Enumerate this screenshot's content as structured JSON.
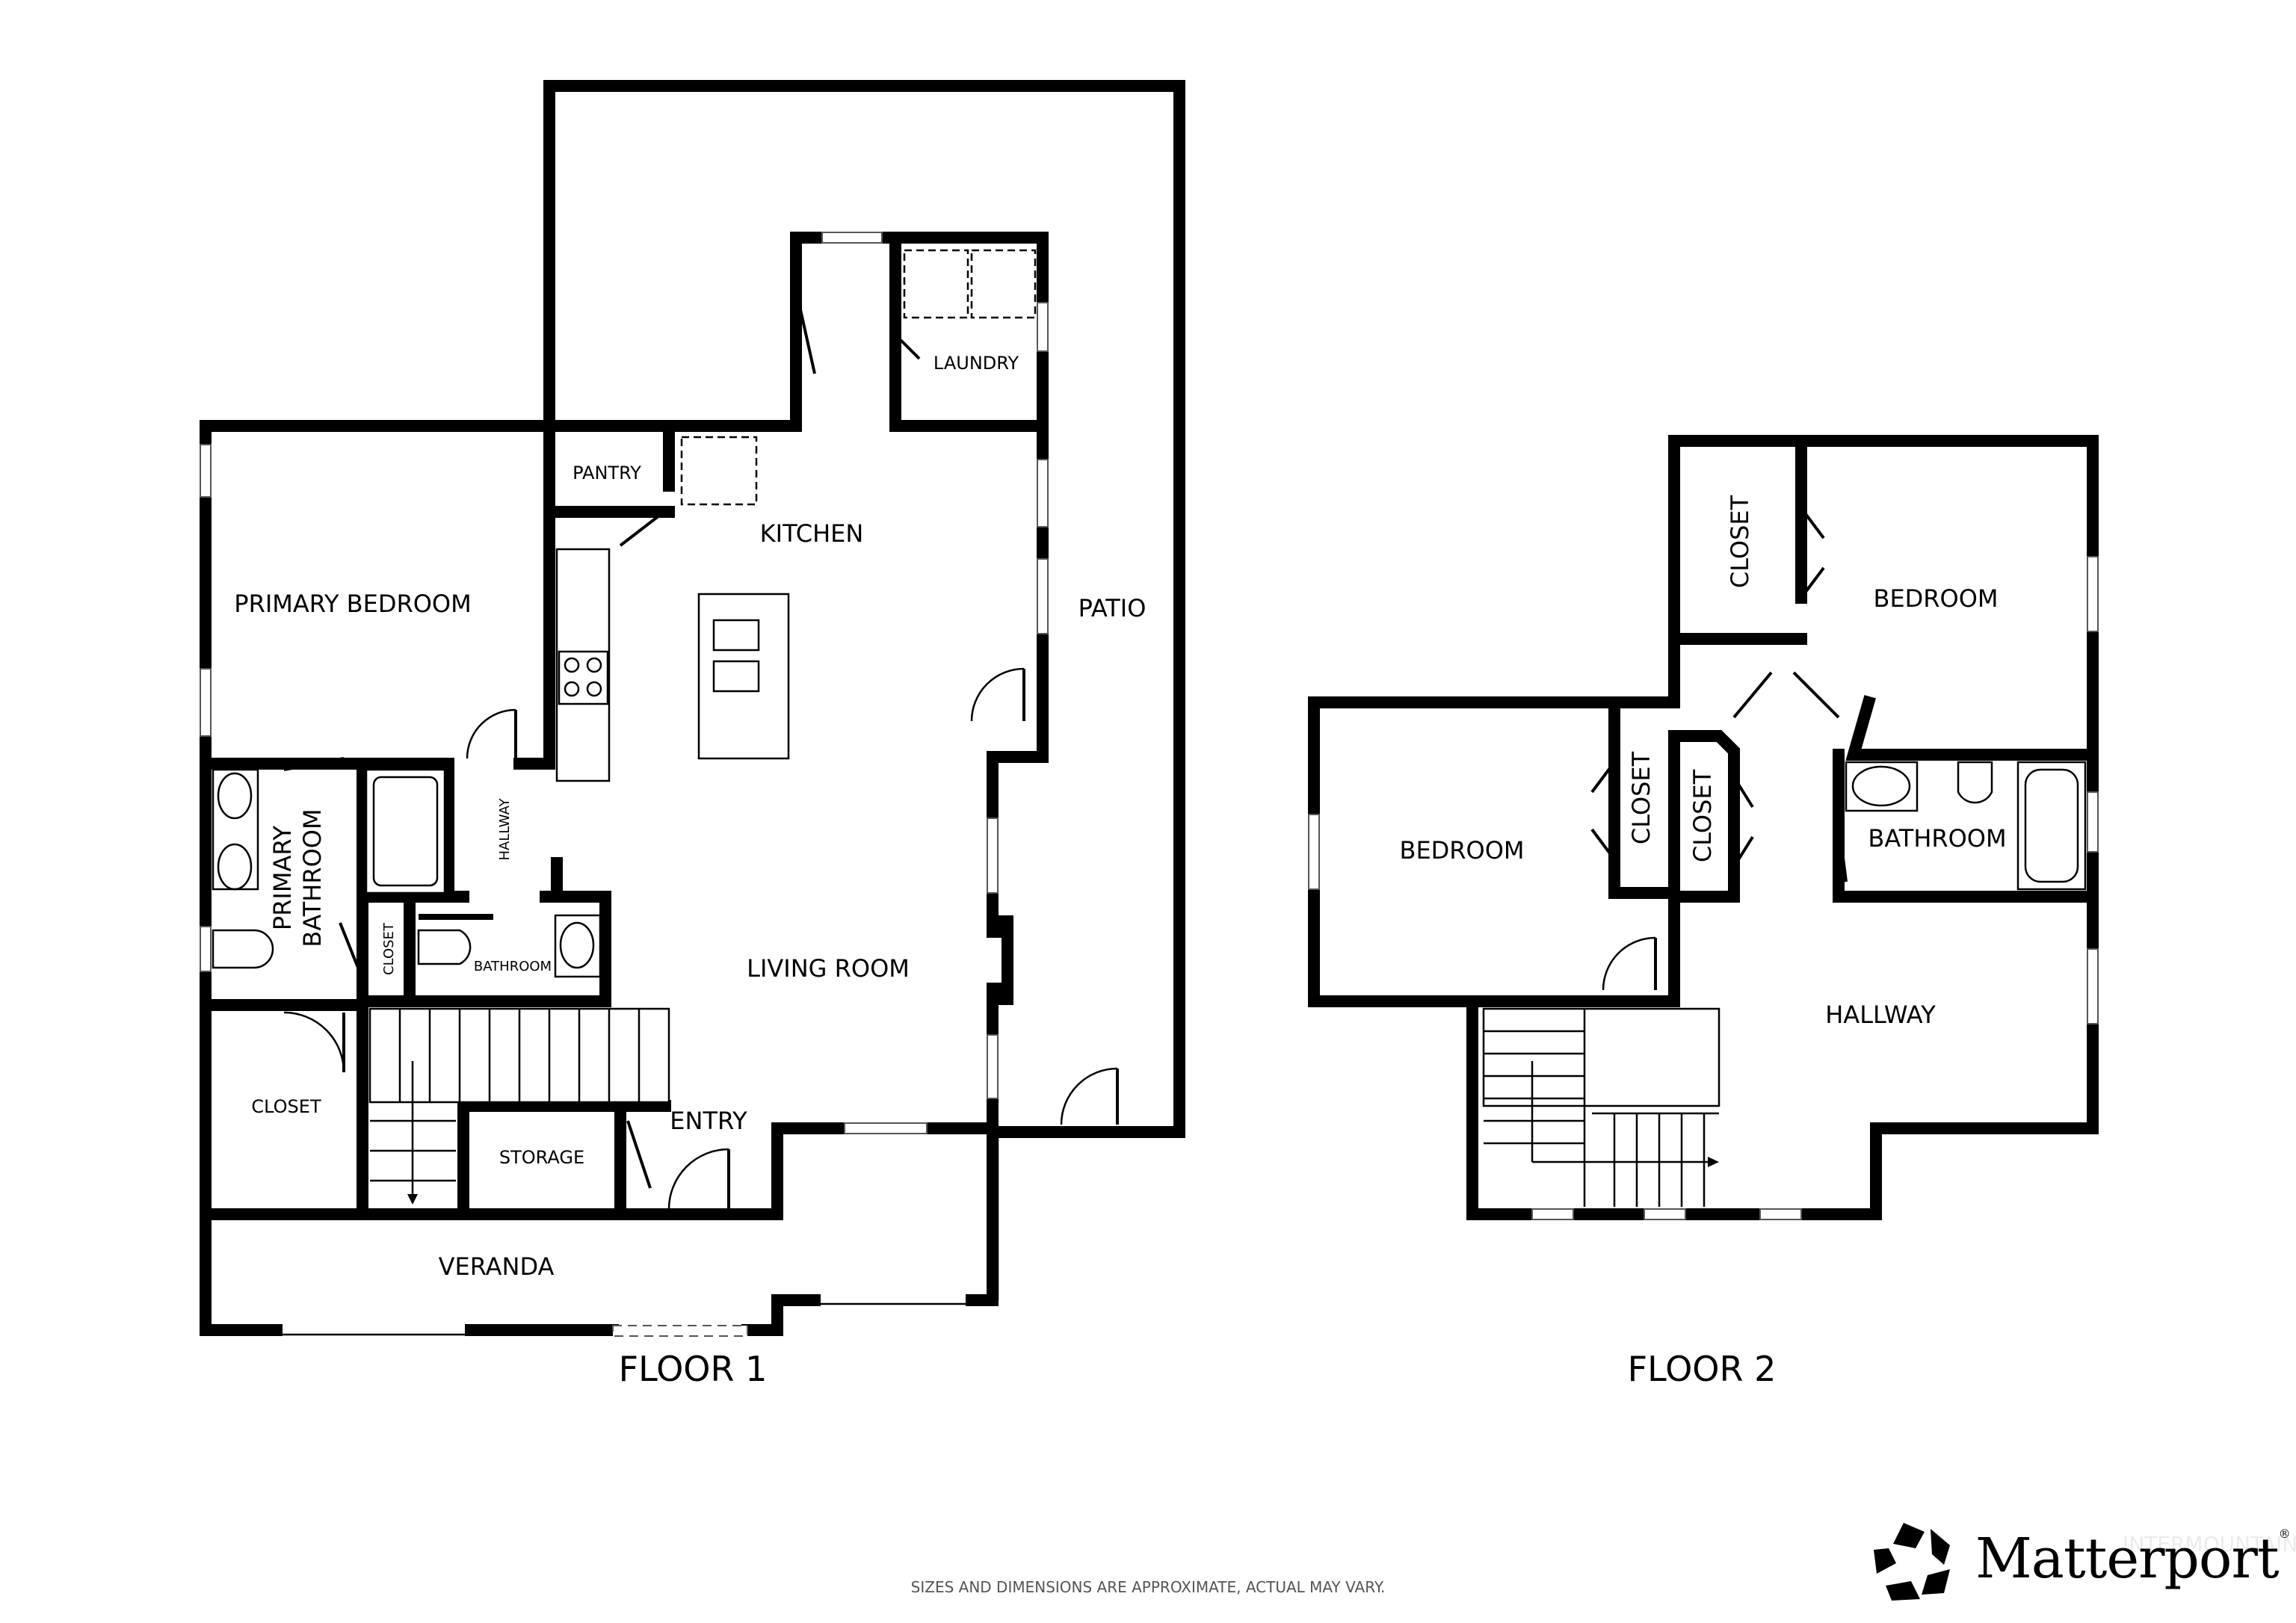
{
  "floor_plan": {
    "floors": [
      {
        "title": "FLOOR 1",
        "rooms": [
          {
            "label": "PRIMARY BEDROOM"
          },
          {
            "label": "PANTRY"
          },
          {
            "label": "KITCHEN"
          },
          {
            "label": "LAUNDRY"
          },
          {
            "label": "PATIO"
          },
          {
            "label": "PRIMARY"
          },
          {
            "label": "BATHROOM"
          },
          {
            "label": "HALLWAY"
          },
          {
            "label": "CLOSET"
          },
          {
            "label": "BATHROOM"
          },
          {
            "label": "LIVING ROOM"
          },
          {
            "label": "CLOSET"
          },
          {
            "label": "STORAGE"
          },
          {
            "label": "ENTRY"
          },
          {
            "label": "VERANDA"
          }
        ]
      },
      {
        "title": "FLOOR 2",
        "rooms": [
          {
            "label": "CLOSET"
          },
          {
            "label": "BEDROOM"
          },
          {
            "label": "BEDROOM"
          },
          {
            "label": "CLOSET"
          },
          {
            "label": "CLOSET"
          },
          {
            "label": "BATHROOM"
          },
          {
            "label": "HALLWAY"
          }
        ]
      }
    ],
    "disclaimer": "SIZES AND DIMENSIONS ARE APPROXIMATE, ACTUAL MAY VARY.",
    "brand": {
      "name": "Matterport",
      "registered": "®",
      "icon": "matterport-logo-icon"
    },
    "watermark": "INTERMOUNTAIN"
  }
}
